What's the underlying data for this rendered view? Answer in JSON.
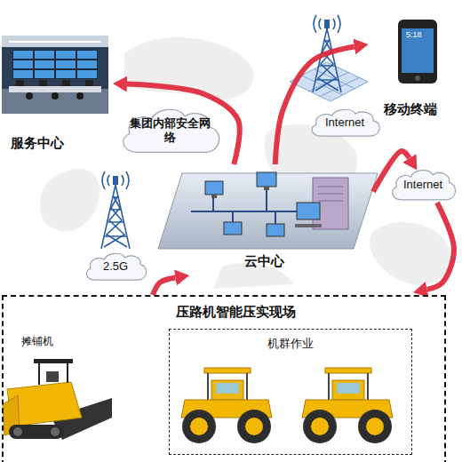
{
  "diagram": {
    "nodes": [
      {
        "text": [
          "服务中心"
        ]
      },
      {
        "text": [
          "集团内部安全网络"
        ]
      },
      {
        "text": [
          "Internet"
        ]
      },
      {
        "text": [
          "移动终端"
        ]
      },
      {
        "text": [
          "2.5G"
        ]
      },
      {
        "text": [
          "云中心"
        ]
      },
      {
        "text": [
          "Internet"
        ]
      },
      {
        "text": [
          "压路机智能压实现场"
        ]
      },
      {
        "text": [
          "机群作业"
        ],
        "in": 7
      }
    ],
    "edges": [
      {
        "from": 5,
        "to": 0,
        "arrow": "to"
      },
      {
        "from": 5,
        "to": 3,
        "arrow": "to"
      },
      {
        "from": 7,
        "to": 5,
        "arrow": "to"
      },
      {
        "from": 5,
        "to": 6,
        "arrow": "to"
      },
      {
        "from": 6,
        "to": 7,
        "arrow": "to"
      }
    ],
    "labels": [
      "摊铺机",
      "5:18"
    ]
  }
}
